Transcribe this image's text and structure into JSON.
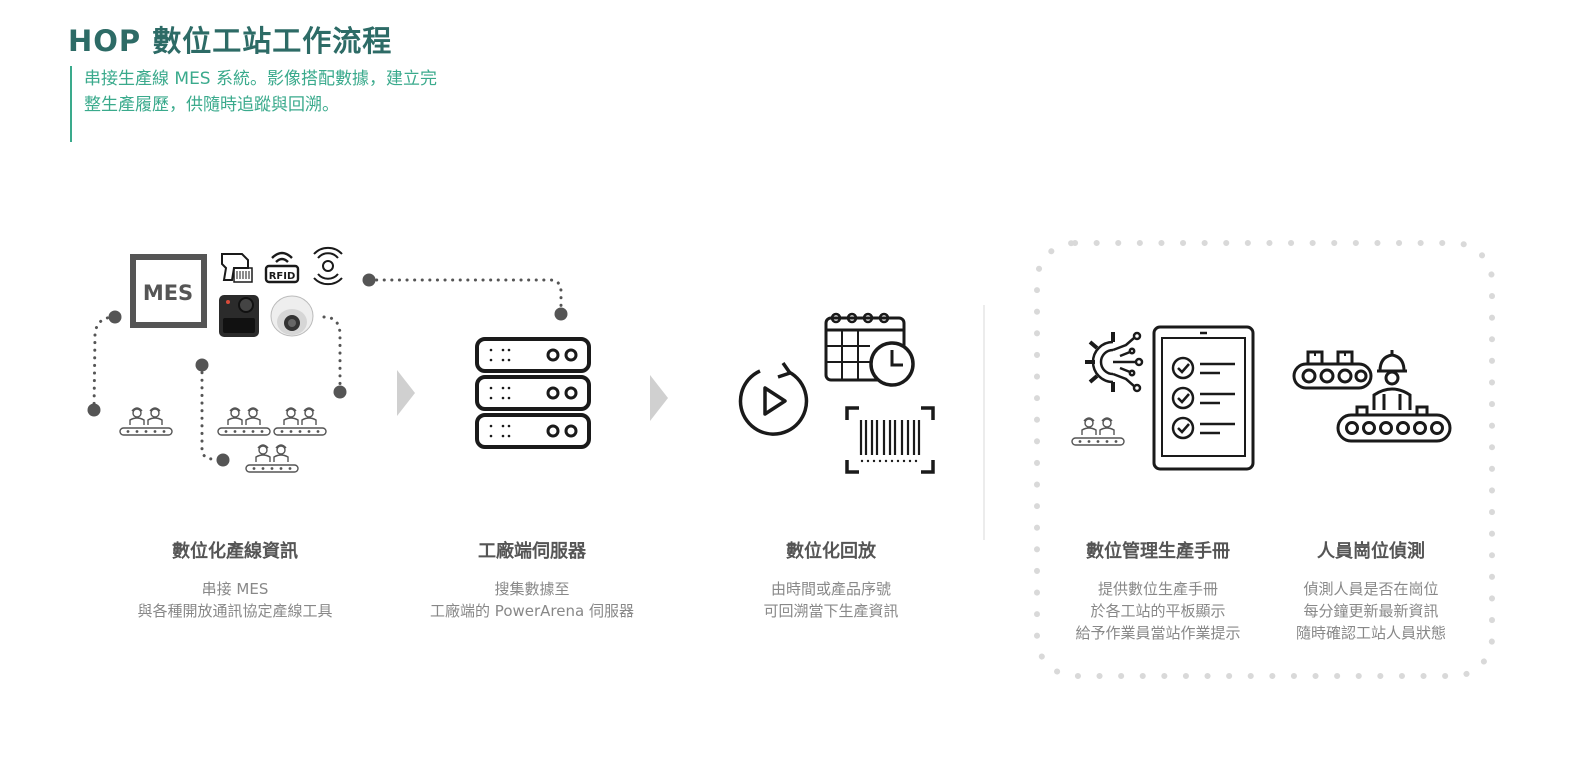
{
  "title": "HOP 數位工站工作流程",
  "intro": {
    "line1": "串接生產線 MES 系統。影像搭配數據，建立完",
    "line2": "整生產履歷，供隨時追蹤與回溯。"
  },
  "icons": {
    "mes_box": "MES",
    "rfid": "RFID"
  },
  "steps": [
    {
      "title": "數位化產線資訊",
      "lines": [
        "串接 MES",
        "與各種開放通訊協定產線工具"
      ]
    },
    {
      "title": "工廠端伺服器",
      "lines": [
        "搜集數據至",
        "工廠端的 PowerArena 伺服器"
      ]
    },
    {
      "title": "數位化回放",
      "lines": [
        "由時間或產品序號",
        "可回溯當下生產資訊"
      ]
    },
    {
      "title": "數位管理生產手冊",
      "lines": [
        "提供數位生產手冊",
        "於各工站的平板顯示",
        "給予作業員當站作業提示"
      ]
    },
    {
      "title": "人員崗位偵測",
      "lines": [
        "偵測人員是否在崗位",
        "每分鐘更新最新資訊",
        "隨時確認工站人員狀態"
      ]
    }
  ],
  "colors": {
    "title": "#2d6b66",
    "accent": "#3aaa8c",
    "icon": "#1a1a1a",
    "dots": "#555555",
    "dashed_frame": "#d9d9d9",
    "arrow": "#d0d0d0"
  }
}
